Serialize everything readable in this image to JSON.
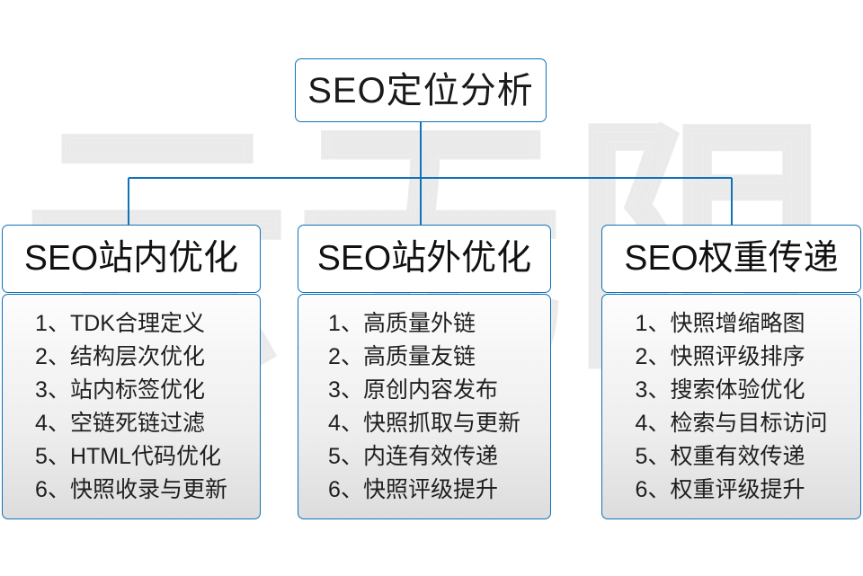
{
  "diagram": {
    "title": "SEO定位分析",
    "watermark": "云无限",
    "accent_color": "#1072b8",
    "text_color": "#1a1a1a",
    "body_background": "#e8e8e8",
    "separator": "、",
    "columns": [
      {
        "header": "SEO站内优化",
        "items": [
          {
            "index": "1",
            "text": "TDK合理定义"
          },
          {
            "index": "2",
            "text": "结构层次优化"
          },
          {
            "index": "3",
            "text": "站内标签优化"
          },
          {
            "index": "4",
            "text": "空链死链过滤"
          },
          {
            "index": "5",
            "text": "HTML代码优化"
          },
          {
            "index": "6",
            "text": "快照收录与更新"
          }
        ]
      },
      {
        "header": "SEO站外优化",
        "items": [
          {
            "index": "1",
            "text": "高质量外链"
          },
          {
            "index": "2",
            "text": "高质量友链"
          },
          {
            "index": "3",
            "text": "原创内容发布"
          },
          {
            "index": "4",
            "text": "快照抓取与更新"
          },
          {
            "index": "5",
            "text": "内连有效传递"
          },
          {
            "index": "6",
            "text": "快照评级提升"
          }
        ]
      },
      {
        "header": "SEO权重传递",
        "items": [
          {
            "index": "1",
            "text": "快照增缩略图"
          },
          {
            "index": "2",
            "text": "快照评级排序"
          },
          {
            "index": "3",
            "text": "搜索体验优化"
          },
          {
            "index": "4",
            "text": "检索与目标访问"
          },
          {
            "index": "5",
            "text": "权重有效传递"
          },
          {
            "index": "6",
            "text": "权重评级提升"
          }
        ]
      }
    ]
  }
}
